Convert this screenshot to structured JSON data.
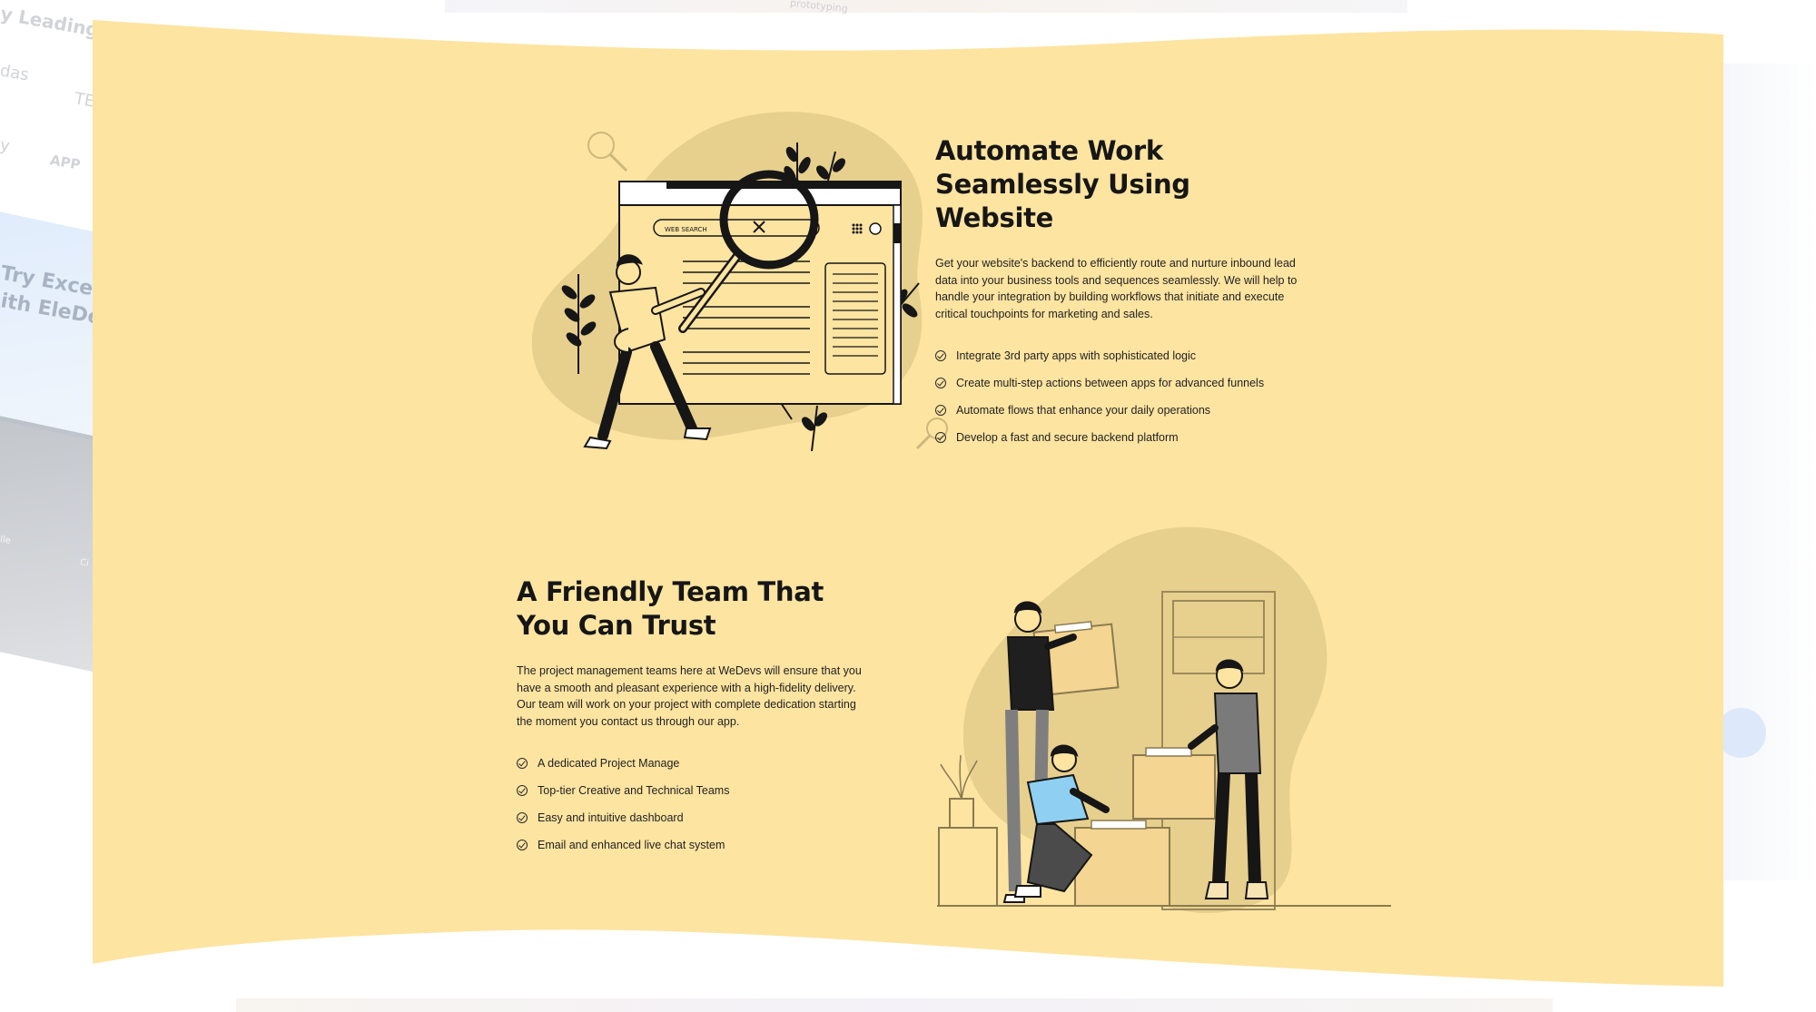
{
  "background": {
    "left_texts": [
      "y Leading",
      "das",
      "TE",
      "y",
      "APP",
      "Try Excelle",
      "ith EleDev",
      "lle",
      "Ci"
    ],
    "top_texts": [
      "prototyping"
    ]
  },
  "colors": {
    "card_background": "#fde4a1",
    "blob": "#e7cf8d",
    "ink": "#161616"
  },
  "section_automate": {
    "title": "Automate Work Seamlessly Using Website",
    "description": "Get your website's backend to efficiently route and nurture inbound lead data into your business tools and sequences seamlessly. We will help to handle your integration by building workflows that initiate and execute critical touchpoints for marketing and sales.",
    "features": [
      "Integrate 3rd party apps with sophisticated logic",
      "Create multi-step actions between apps for advanced funnels",
      "Automate flows that enhance your daily operations",
      "Develop a fast and secure backend platform"
    ],
    "illustration": {
      "icon": "web-search-illustration",
      "search_label": "WEB SEARCH"
    }
  },
  "section_team": {
    "title": "A Friendly Team That You Can Trust",
    "description": "The project management teams here at WeDevs will ensure that you have a smooth and pleasant experience with a high-fidelity delivery. Our team will work on your project with complete dedication starting the moment you contact us through our app.",
    "features": [
      "A dedicated Project Manage",
      "Top-tier Creative and Technical Teams",
      "Easy and intuitive dashboard",
      "Email and enhanced live chat system"
    ],
    "illustration": {
      "icon": "team-moving-boxes-illustration"
    }
  }
}
